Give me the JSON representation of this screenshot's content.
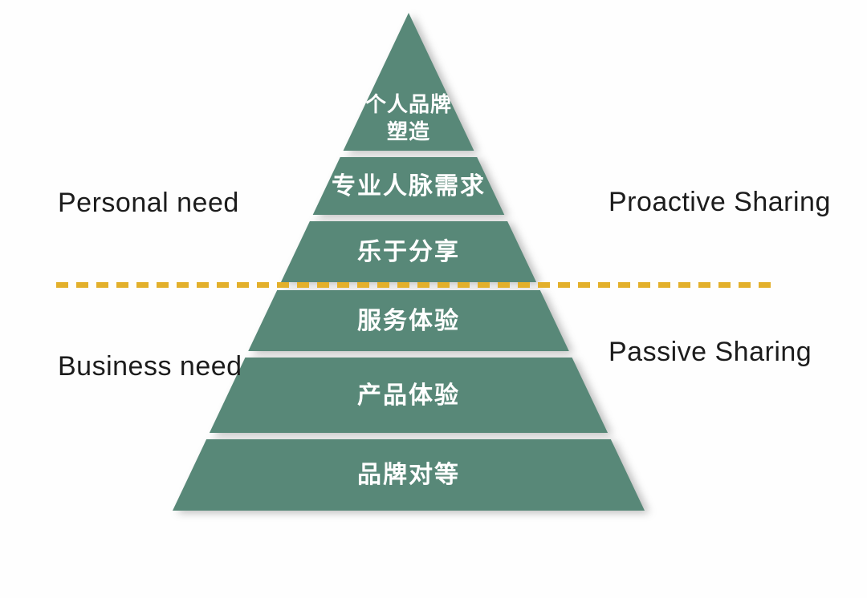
{
  "pyramid": {
    "fill_color": "#588878",
    "text_color": "#ffffff",
    "levels": [
      {
        "label": "个人品牌塑造"
      },
      {
        "label": "专业人脉需求"
      },
      {
        "label": "乐于分享"
      },
      {
        "label": "服务体验"
      },
      {
        "label": "产品体验"
      },
      {
        "label": "品牌对等"
      }
    ]
  },
  "annotations": {
    "left_top": "Personal need",
    "left_bottom": "Business need",
    "right_top": "Proactive Sharing",
    "right_bottom": "Passive Sharing"
  },
  "divider": {
    "color": "#e3b02b",
    "style": "dashed"
  }
}
